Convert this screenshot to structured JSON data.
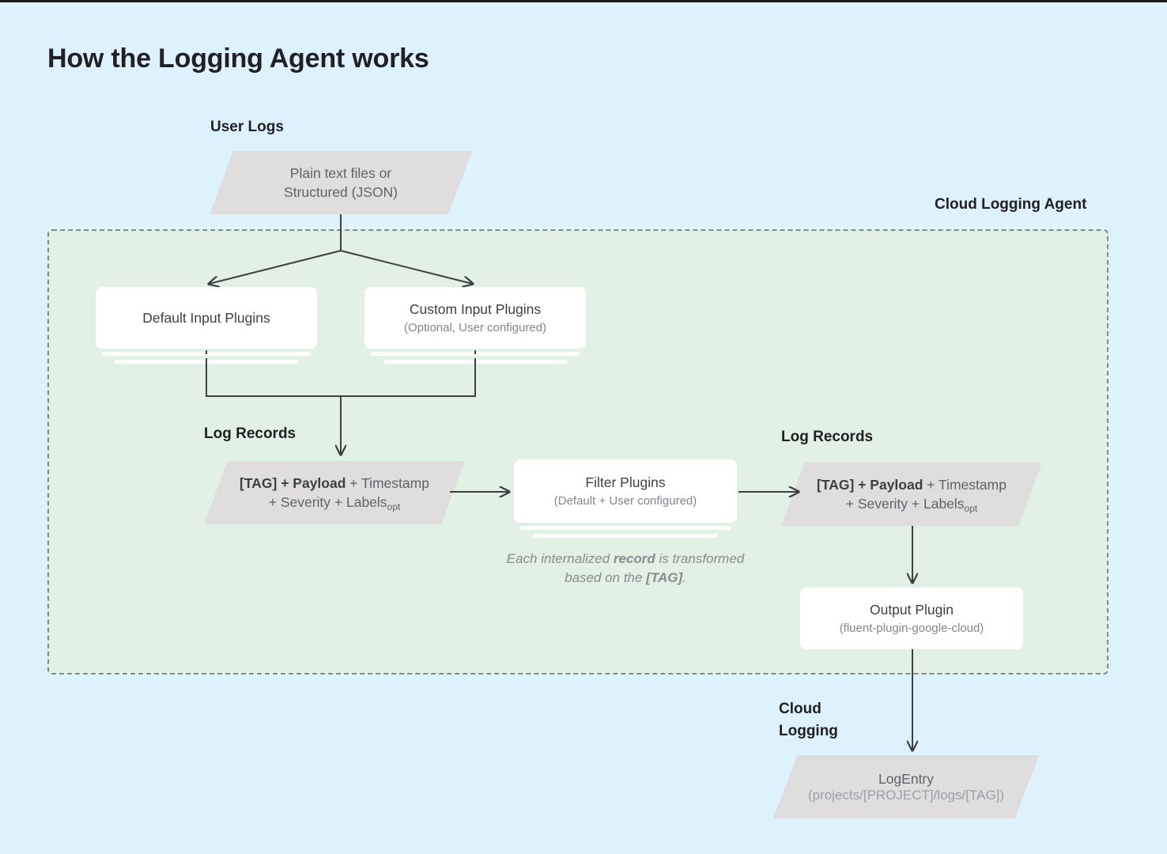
{
  "page": {
    "title": "How the Logging Agent works",
    "background_color": "#ddf2fc",
    "agent_zone_color": "#e2f1e6",
    "node_gray": "#e0ddde",
    "card_white": "#ffffff",
    "connector_color": "#3c4043"
  },
  "labels": {
    "user_logs": "User Logs",
    "cloud_logging_agent": "Cloud Logging Agent",
    "log_records_left": "Log Records",
    "log_records_right": "Log Records",
    "cloud_logging_line1": "Cloud",
    "cloud_logging_line2": "Logging"
  },
  "nodes": {
    "user_logs_source": {
      "shape": "parallelogram",
      "line1": "Plain text files or",
      "line2": "Structured (JSON)"
    },
    "default_input_plugins": {
      "shape": "card-stack",
      "title": "Default Input Plugins",
      "subtitle": ""
    },
    "custom_input_plugins": {
      "shape": "card-stack",
      "title": "Custom Input Plugins",
      "subtitle": "(Optional, User configured)"
    },
    "log_record_left": {
      "shape": "parallelogram",
      "bold_part": "[TAG] + Payload",
      "rest_line1": " + Timestamp",
      "line2": "+ Severity + Labels",
      "subscript": "opt"
    },
    "filter_plugins": {
      "shape": "card-stack",
      "title": "Filter Plugins",
      "subtitle": "(Default + User configured)"
    },
    "log_record_right": {
      "shape": "parallelogram",
      "bold_part": "[TAG] + Payload",
      "rest_line1": " + Timestamp",
      "line2": "+ Severity + Labels",
      "subscript": "opt"
    },
    "output_plugin": {
      "shape": "card",
      "title": "Output Plugin",
      "subtitle": "(fluent-plugin-google-cloud)"
    },
    "log_entry": {
      "shape": "parallelogram",
      "title": "LogEntry",
      "subtitle": "(projects/[PROJECT]/logs/[TAG])"
    }
  },
  "caption": {
    "part1": "Each internalized ",
    "bold1": "record",
    "part2": " is transformed based on the ",
    "bold2": "[TAG]",
    "part3": "."
  }
}
